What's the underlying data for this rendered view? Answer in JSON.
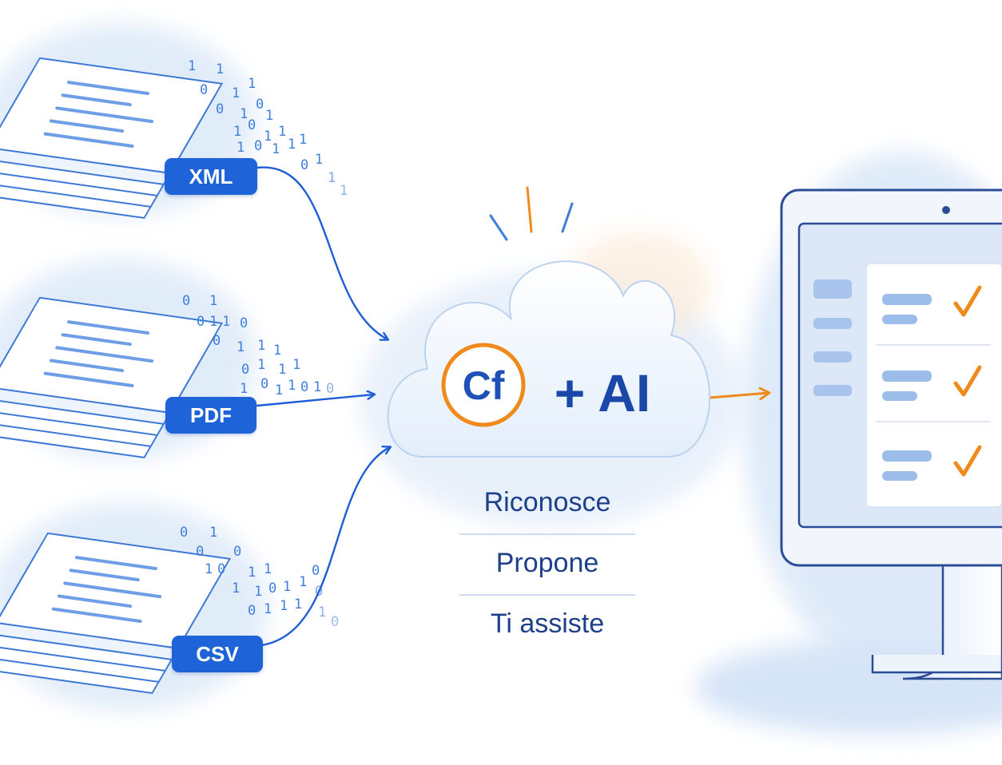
{
  "sources": [
    {
      "format_label": "XML"
    },
    {
      "format_label": "PDF"
    },
    {
      "format_label": "CSV"
    }
  ],
  "engine": {
    "logo_text": "Cf",
    "plus_ai_text": "+ AI"
  },
  "steps": [
    "Riconosce",
    "Propone",
    "Ti assiste"
  ],
  "bit_streams": [
    [
      "1",
      "1",
      "0",
      "1",
      "1",
      "0",
      "1",
      "0",
      "1",
      "1",
      "0",
      "1",
      "1",
      "1",
      "0",
      "1",
      "1",
      "1",
      "0",
      "1",
      "1",
      "1"
    ],
    [
      "0",
      "1",
      "0",
      "1",
      "1",
      "0",
      "0",
      "1",
      "1",
      "0",
      "1",
      "1",
      "1",
      "1",
      "1",
      "0",
      "1",
      "1",
      "0",
      "1",
      "0"
    ],
    [
      "0",
      "1",
      "0",
      "0",
      "1",
      "0",
      "1",
      "1",
      "1",
      "1",
      "0",
      "1",
      "1",
      "0",
      "1",
      "1",
      "1",
      "0",
      "0",
      "1",
      "0"
    ]
  ],
  "colors": {
    "primary_blue": "#1f63d8",
    "dark_blue": "#1e3f8a",
    "accent_orange": "#f08a1c",
    "wash_blue": "#dbe8f8"
  },
  "icons": {
    "document": "document-stack-icon",
    "cloud": "cloud-icon",
    "check": "check-icon",
    "monitor": "monitor-icon"
  }
}
